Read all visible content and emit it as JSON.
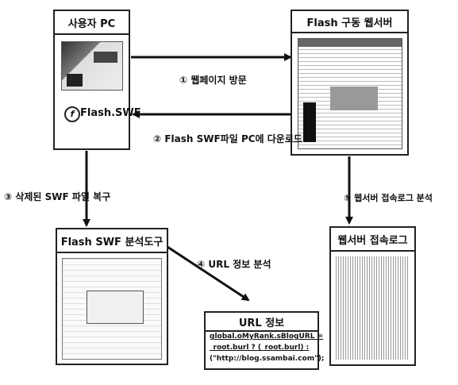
{
  "boxes": {
    "user_pc": {
      "title": "사용자 PC",
      "file_label": "Flash.SWF"
    },
    "web_server": {
      "title": "Flash 구동 웹서버"
    },
    "analysis_tool": {
      "title": "Flash SWF 분석도구"
    },
    "access_log": {
      "title": "웹서버 접속로그"
    },
    "url_info": {
      "title": "URL 정보",
      "code_lines": [
        "global.oMyRank.sBlogURL =",
        "_root.burl ? (_root.burl) :",
        "(\"http://blog.ssambai.com\");"
      ]
    }
  },
  "steps": {
    "s1": "① 웹페이지 방문",
    "s2": "② Flash SWF파일 PC에 다운로드",
    "s3": "③ 삭제된 SWF 파일 복구",
    "s4": "④ URL 정보 분석",
    "s5": "⑤ 웹서버 접속로그 분석"
  },
  "icons": {
    "flash": "flash-logo-icon"
  }
}
